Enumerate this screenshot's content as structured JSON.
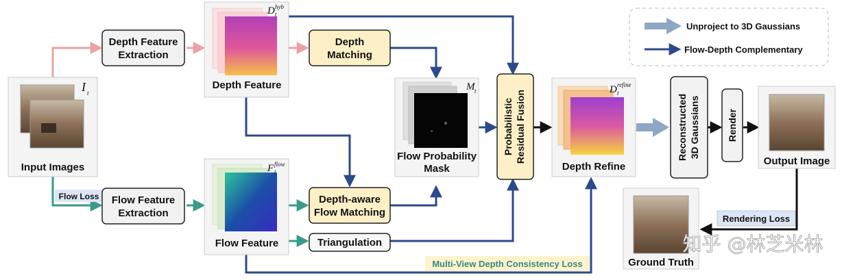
{
  "legend": {
    "unproject": "Unproject to 3D Gaussians",
    "flow_depth": "Flow-Depth Complementary"
  },
  "nodes": {
    "input_images": "Input Images",
    "input_symbol": "I",
    "input_sub": "t",
    "depth_feature_extraction": [
      "Depth Feature",
      "Extraction"
    ],
    "flow_feature_extraction": [
      "Flow Feature",
      "Extraction"
    ],
    "depth_feature": "Depth Feature",
    "depth_symbol": "D",
    "depth_sup": "hyb",
    "depth_sub": "t",
    "flow_feature": "Flow Feature",
    "flow_symbol": "F",
    "flow_sup": "flow",
    "flow_sub": "t",
    "depth_matching": [
      "Depth",
      "Matching"
    ],
    "depth_aware_flow_matching": [
      "Depth-aware",
      "Flow Matching"
    ],
    "triangulation": "Triangulation",
    "flow_probability_mask": [
      "Flow Probability",
      "Mask"
    ],
    "mask_symbol": "M",
    "mask_sub": "t",
    "prob_residual_fusion": [
      "Probabilistic",
      "Residual Fusion"
    ],
    "depth_refine": "Depth Refine",
    "refine_symbol": "D",
    "refine_sup": "refine",
    "refine_sub": "t",
    "reconstructed_gaussians": [
      "Reconstructed",
      "3D Gaussians"
    ],
    "render": "Render",
    "output_image": "Output Image",
    "ground_truth": "Ground Truth"
  },
  "losses": {
    "flow_loss": "Flow Loss",
    "rendering_loss": "Rendering Loss",
    "mv_consistency_loss": "Multi-View Depth Consistency Loss"
  },
  "watermark": "知乎 @林芝米林",
  "colors": {
    "depth_arrow": "#e9a3a3",
    "flow_arrow": "#3a9a8a",
    "complementary_arrow": "#2b4a8c",
    "unproject_arrow": "#8ea7c4",
    "matching_fill": "#fdf0c7",
    "loss_fill": "#dbe5f4"
  }
}
